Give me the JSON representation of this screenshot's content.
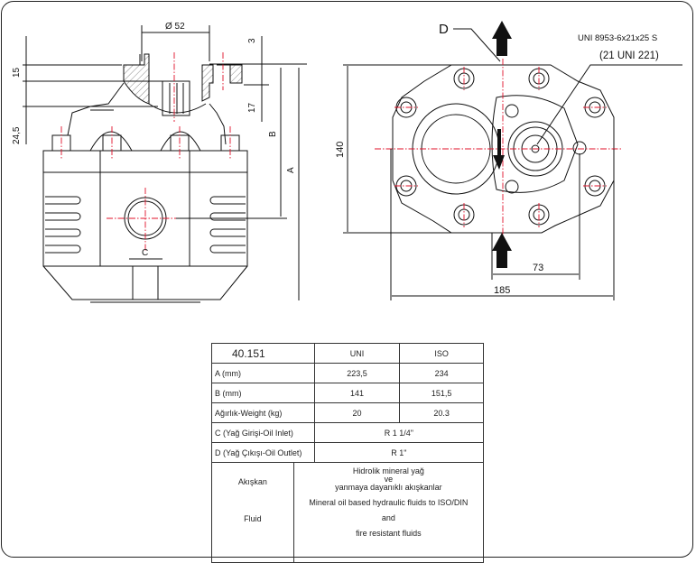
{
  "drawing": {
    "dim_diameter": "Ø 52",
    "dim_3": "3",
    "dim_15": "15",
    "dim_17": "17",
    "dim_24_5": "24,5",
    "dim_B": "B",
    "dim_A": "A",
    "dim_C": "C",
    "label_D": "D",
    "spline_spec": "UNI 8953-6x21x25 S",
    "spline_ref": "(21 UNI 221)",
    "dim_140": "140",
    "dim_73": "73",
    "dim_185": "185",
    "accent_color": "#e0102a"
  },
  "table": {
    "model": "40.151",
    "col_uni": "UNI",
    "col_iso": "ISO",
    "rows": [
      {
        "label": "A (mm)",
        "uni": "223,5",
        "iso": "234"
      },
      {
        "label": "B (mm)",
        "uni": "141",
        "iso": "151,5"
      },
      {
        "label": "Ağırlık-Weight (kg)",
        "uni": "20",
        "iso": "20.3"
      }
    ],
    "inlet_label": "C (Yağ Girişi-Oil Inlet)",
    "inlet_value": "R 1 1/4\"",
    "outlet_label": "D (Yağ Çıkışı-Oil Outlet)",
    "outlet_value": "R 1\"",
    "fluid_label_tr": "Akışkan",
    "fluid_label_en": "Fluid",
    "fluid_tr_1": "Hidrolik mineral yağ",
    "fluid_tr_2": "ve",
    "fluid_tr_3": "yanmaya dayanıklı akışkanlar",
    "fluid_en_1": "Mineral oil based hydraulic fluids to ISO/DIN",
    "fluid_en_2": "and",
    "fluid_en_3": "fire resistant fluids"
  }
}
